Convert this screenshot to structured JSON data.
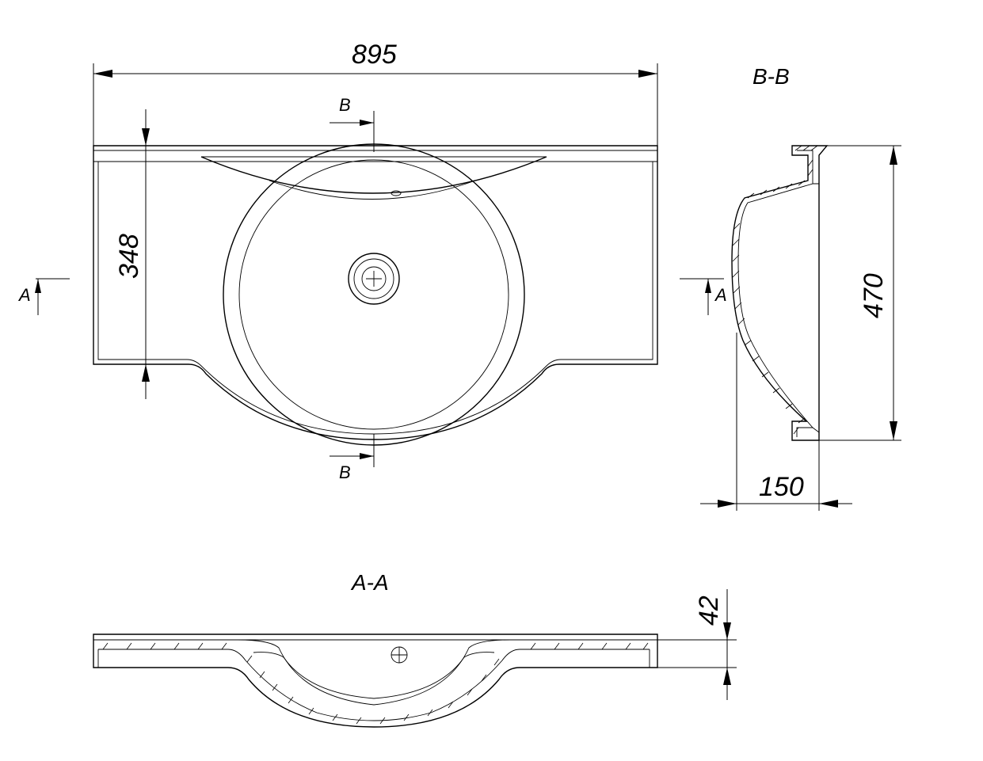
{
  "dimensions": {
    "width": "895",
    "depth_front": "348",
    "depth_side": "470",
    "bowl_depth": "150",
    "deck_thickness": "42"
  },
  "sections": {
    "bb_title": "B-B",
    "aa_title": "A-A",
    "b_marker": "B",
    "a_marker": "A"
  }
}
